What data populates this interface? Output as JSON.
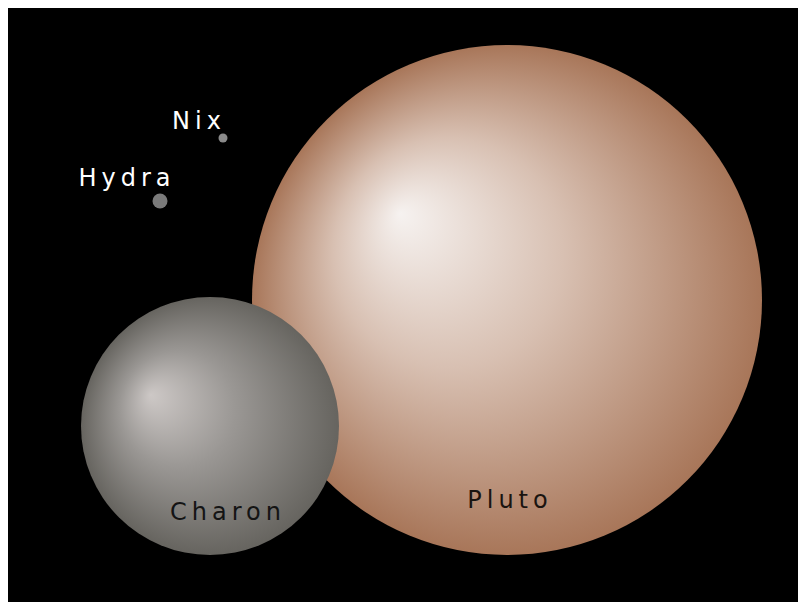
{
  "diagram": {
    "nodes": [
      {
        "text": [
          "Pluto"
        ]
      },
      {
        "text": [
          "Charon"
        ]
      }
    ],
    "labels": [
      "Nix",
      "Hydra"
    ]
  }
}
